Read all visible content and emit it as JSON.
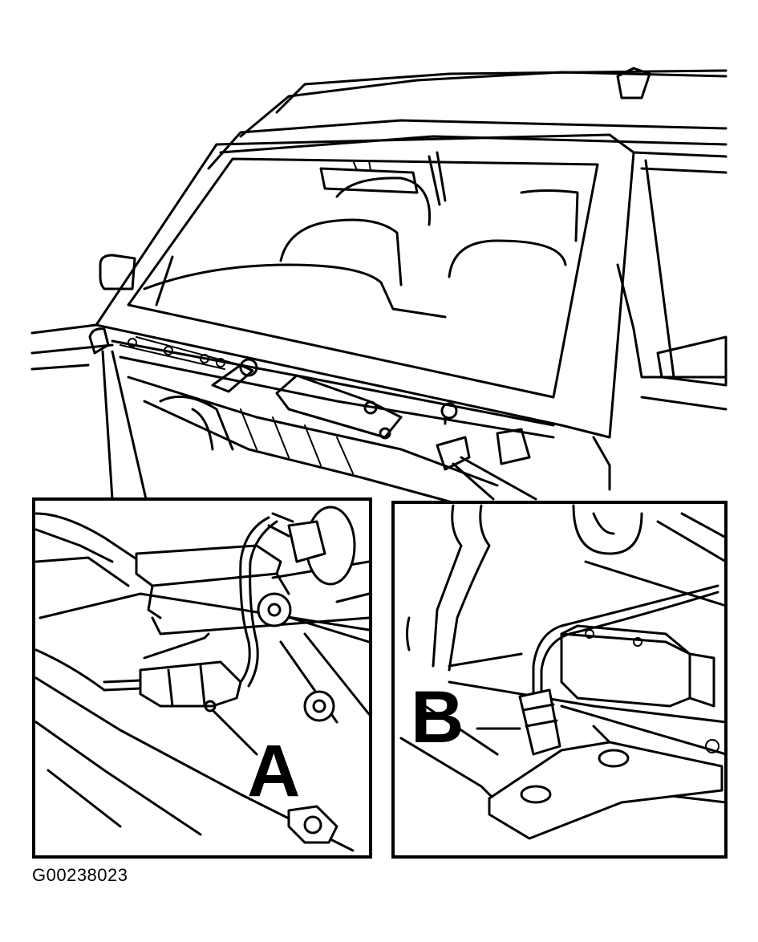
{
  "callouts": {
    "a": "A",
    "b": "B"
  },
  "figure_id": "G00238023",
  "colors": {
    "ink": "#000000",
    "paper": "#ffffff"
  }
}
